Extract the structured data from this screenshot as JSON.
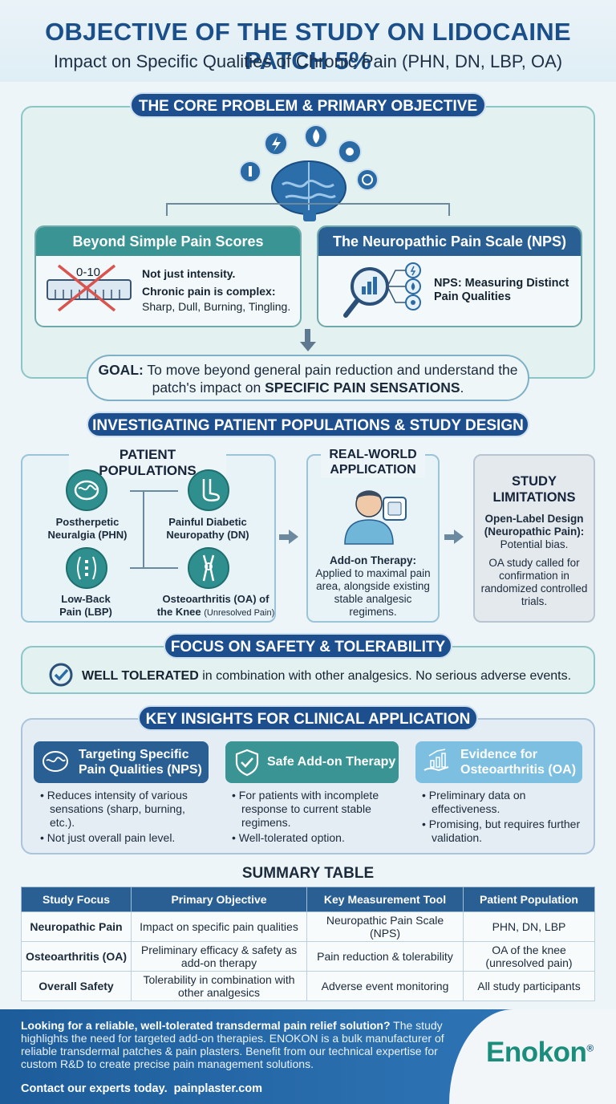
{
  "header": {
    "title": "OBJECTIVE OF THE STUDY ON LIDOCAINE PATCH 5%",
    "subtitle": "Impact on Specific Qualities of Chronic Pain (PHN, DN, LBP, OA)"
  },
  "core": {
    "section_title": "THE CORE PROBLEM & PRIMARY OBJECTIVE",
    "left": {
      "title": "Beyond Simple Pain Scores",
      "scale_label": "0-10",
      "line1": "Not just intensity.",
      "line2": "Chronic pain is complex:",
      "line3": "Sharp, Dull, Burning, Tingling."
    },
    "right": {
      "title": "The Neuropathic Pain Scale (NPS)",
      "text": "NPS: Measuring Distinct Pain Qualities"
    },
    "goal_label": "GOAL:",
    "goal_text": " To move beyond general pain reduction and understand the patch's impact on ",
    "goal_emph": "SPECIFIC PAIN SENSATIONS",
    "goal_end": "."
  },
  "populations": {
    "section_title": "INVESTIGATING PATIENT POPULATIONS & STUDY DESIGN",
    "card_title": "PATIENT POPULATIONS",
    "phn": "Postherpetic Neuralgia (PHN)",
    "dn": "Painful Diabetic Neuropathy (DN)",
    "lbp": "Low-Back Pain (LBP)",
    "oa": "Osteoarthritis (OA) of the Knee",
    "oa_note": "(Unresolved Pain)",
    "real_world_title": "REAL-WORLD APPLICATION",
    "addon_label": "Add-on Therapy:",
    "addon_text": "Applied to maximal pain area, alongside existing stable analgesic regimens.",
    "limits_title": "STUDY LIMITATIONS",
    "limits_bold": "Open-Label Design (Neuropathic Pain):",
    "limits_bias": "Potential bias.",
    "limits_oa": "OA study called for confirmation in randomized controlled trials."
  },
  "safety": {
    "section_title": "FOCUS ON SAFETY & TOLERABILITY",
    "bold": "WELL TOLERATED",
    "text": " in combination with other analgesics. No serious adverse events."
  },
  "insights": {
    "section_title": "KEY INSIGHTS FOR CLINICAL APPLICATION",
    "items": [
      {
        "title": "Targeting Specific Pain Qualities (NPS)",
        "bullets": [
          "Reduces intensity of various sensations (sharp, burning, etc.).",
          "Not just overall pain level."
        ]
      },
      {
        "title": "Safe Add-on Therapy",
        "bullets": [
          "For patients with incomplete response to current stable regimens.",
          "Well-tolerated option."
        ]
      },
      {
        "title": "Evidence for Osteoarthritis (OA)",
        "bullets": [
          "Preliminary data on effectiveness.",
          "Promising, but requires further validation."
        ]
      }
    ]
  },
  "table": {
    "title": "SUMMARY TABLE",
    "headers": [
      "Study Focus",
      "Primary Objective",
      "Key Measurement Tool",
      "Patient Population"
    ],
    "rows": [
      [
        "Neuropathic Pain",
        "Impact on specific pain qualities",
        "Neuropathic Pain Scale (NPS)",
        "PHN, DN, LBP"
      ],
      [
        "Osteoarthritis (OA)",
        "Preliminary efficacy & safety as add-on therapy",
        "Pain reduction & tolerability",
        "OA of the knee (unresolved pain)"
      ],
      [
        "Overall Safety",
        "Tolerability in combination with other analgesics",
        "Adverse event monitoring",
        "All study participants"
      ]
    ]
  },
  "footer": {
    "lead": "Looking for a reliable, well-tolerated transdermal pain relief solution?",
    "body": " The study highlights the need for targeted add-on therapies. ENOKON is a bulk manufacturer of reliable transdermal patches & pain plasters. Benefit from our technical expertise for custom R&D to create precise pain management solutions.",
    "cta": "Contact our experts today.",
    "link": "painplaster.com",
    "logo": "Enokon",
    "logo_mark": "®"
  },
  "colors": {
    "navy": "#1d4f8f",
    "teal": "#2f8f8f",
    "light_blue": "#6fb6d9"
  }
}
